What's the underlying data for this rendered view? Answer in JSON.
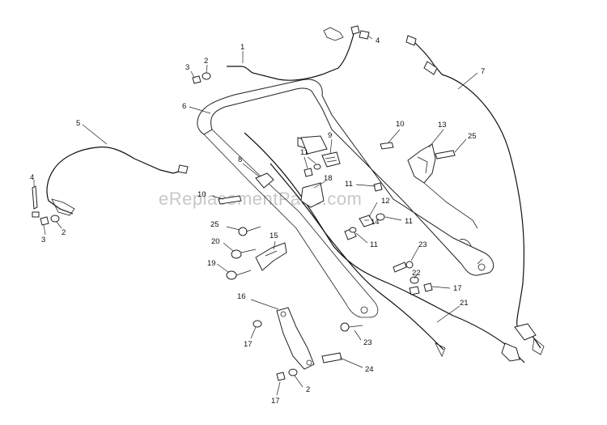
{
  "watermark": "eReplacementParts.com",
  "callouts": {
    "c1": "1",
    "c2a": "2",
    "c3a": "3",
    "c4a": "4",
    "c5": "5",
    "c6": "6",
    "c7": "7",
    "c4b": "4",
    "c3b": "3",
    "c2b": "2",
    "c8": "8",
    "c9": "9",
    "c10a": "10",
    "c11a": "11",
    "c13": "13",
    "c25a": "25",
    "c18": "18",
    "c11b": "11",
    "c10b": "10",
    "c12": "12",
    "c11c": "11",
    "c14": "14",
    "c11d": "11",
    "c25b": "25",
    "c20": "20",
    "c15": "15",
    "c19": "19",
    "c23a": "23",
    "c22": "22",
    "c17a": "17",
    "c21": "21",
    "c16": "16",
    "c17b": "17",
    "c23b": "23",
    "c24": "24",
    "c2c": "2",
    "c17c": "17"
  }
}
